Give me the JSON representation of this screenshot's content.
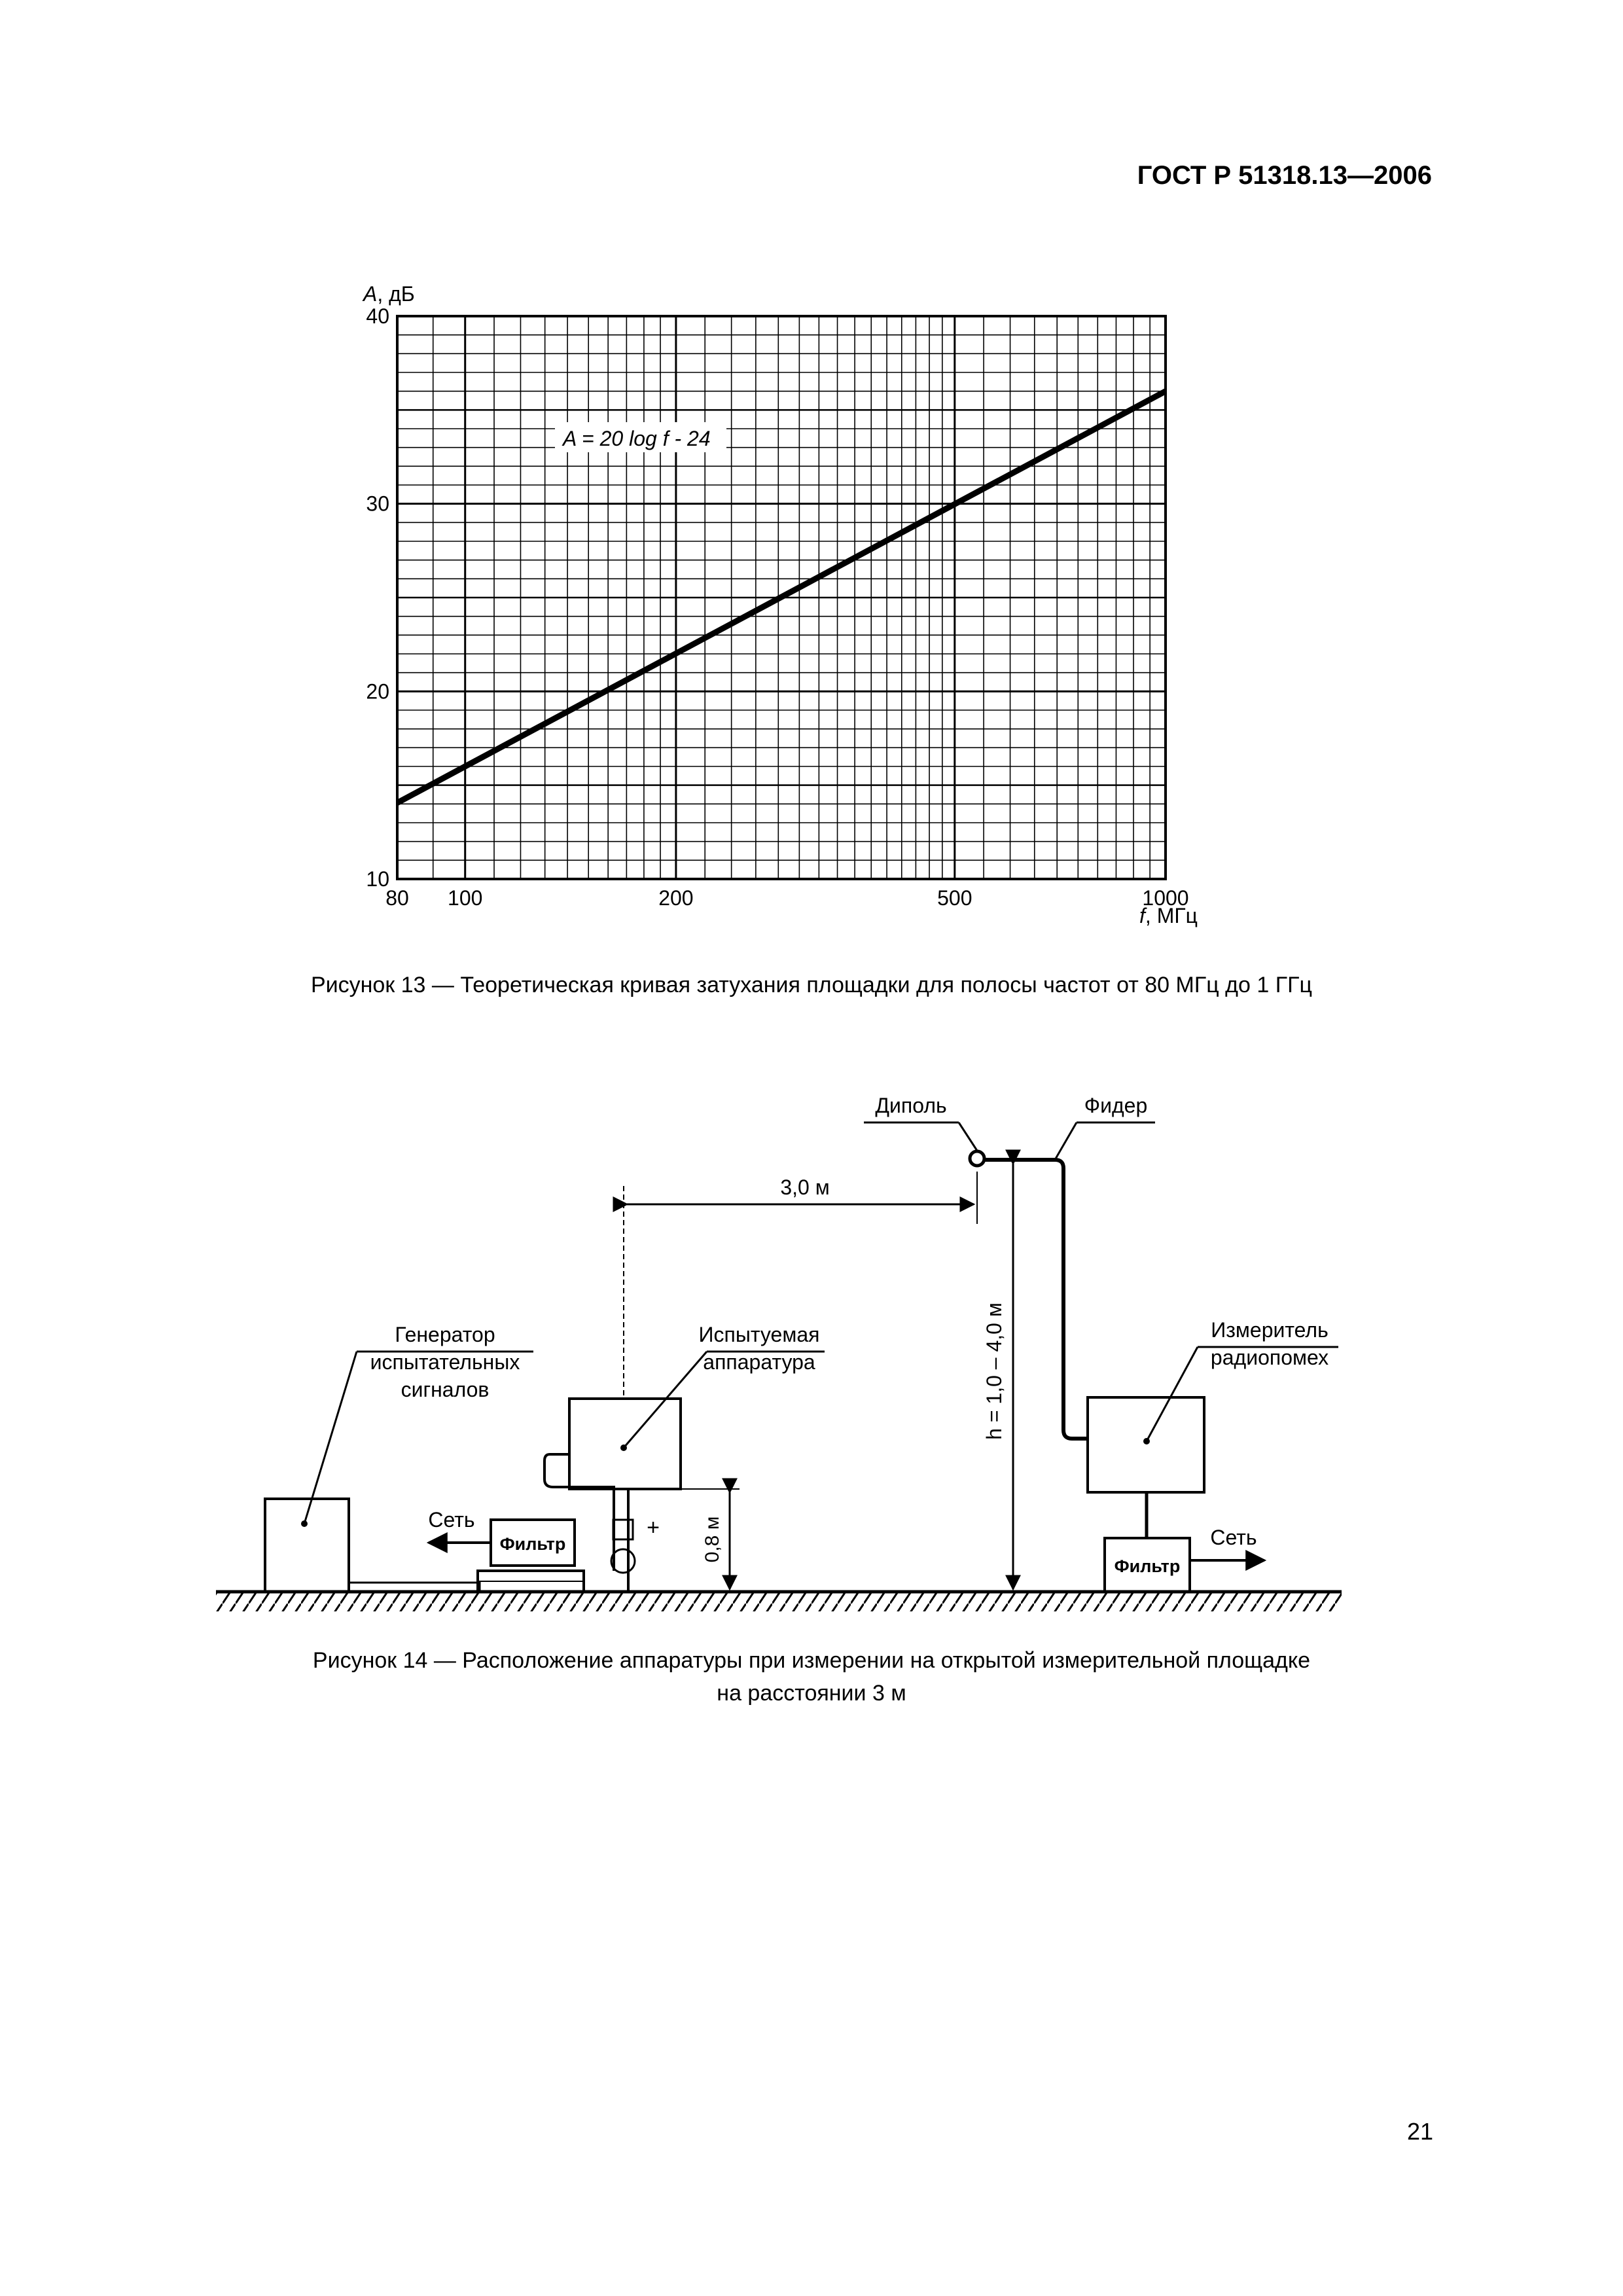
{
  "header": {
    "standard": "ГОСТ Р 51318.13—2006"
  },
  "figure13": {
    "caption": "Рисунок 13 — Теоретическая кривая затухания площадки для полосы частот от 80 МГц до 1 ГГц",
    "chart_data": {
      "type": "line",
      "xscale": "log",
      "xlim": [
        80,
        1000
      ],
      "ylim": [
        10,
        40
      ],
      "xlabel": "f, МГц",
      "ylabel": "A, дБ",
      "xticks": [
        "80",
        "100",
        "200",
        "500",
        "1000"
      ],
      "yticks": [
        "10",
        "20",
        "30",
        "40"
      ],
      "grid": true,
      "annotation": "A = 20 log f - 24",
      "series": [
        {
          "x": [
            80,
            100,
            200,
            300,
            500,
            1000
          ],
          "y": [
            14.06,
            16.0,
            22.02,
            25.54,
            29.98,
            36.0
          ]
        }
      ]
    }
  },
  "figure14": {
    "caption_line1": "Рисунок 14 — Расположение аппаратуры при измерении на открытой измерительной площадке",
    "caption_line2": "на расстоянии 3 м",
    "labels": {
      "dipole": "Диполь",
      "feeder": "Фидер",
      "distance": "3,0 м",
      "generator_1": "Генератор",
      "generator_2": "испытательных",
      "generator_3": "сигналов",
      "eut_1": "Испытуемая",
      "eut_2": "аппаратура",
      "receiver_1": "Измеритель",
      "receiver_2": "радиопомех",
      "height": "h = 1,0 – 4,0 м",
      "mains_left": "Сеть",
      "mains_right": "Сеть",
      "filter_left": "Фильтр",
      "filter_right": "Фильтр",
      "table_height": "0,8 м",
      "plus": "+"
    }
  },
  "page": {
    "number": "21"
  }
}
